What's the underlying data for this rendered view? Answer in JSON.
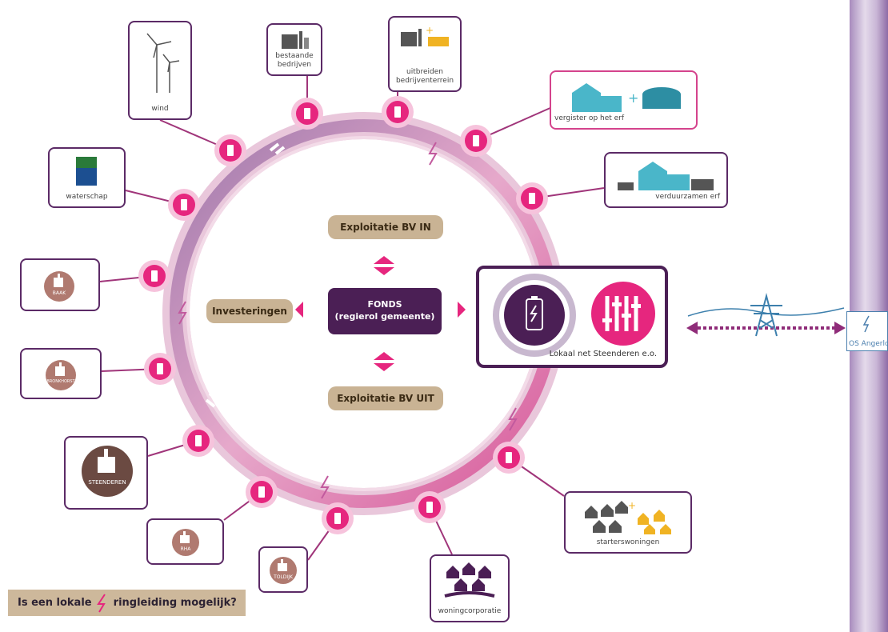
{
  "sources": {
    "wind": "wind",
    "bestaande": "bestaande bedrijven",
    "uitbreiden": "uitbreiden bedrijventerrein",
    "vergister": "vergister op het erf",
    "verduurzamen": "verduurzamen erf",
    "waterschap": "waterschap",
    "baak": "BAAK",
    "bronkhorst": "BRONKHORST",
    "steenderen": "STEENDEREN",
    "rha": "RHA",
    "toldijk": "TOLDIJK",
    "woningcorporatie": "woningcorporatie",
    "starterswoningen": "starterswoningen"
  },
  "center": {
    "exploitatie_in": "Exploitatie BV IN",
    "investeringen": "Investeringen",
    "fonds_line1": "FONDS",
    "fonds_line2": "(regierol gemeente)",
    "exploitatie_uit": "Exploitatie BV UIT"
  },
  "grid": {
    "label": "Lokaal net Steenderen e.o.",
    "os": "OS Angerlo"
  },
  "question": {
    "before": "Is een lokale",
    "after": "ringleiding mogelijk?"
  },
  "colors": {
    "pink": "#e6267e",
    "purple": "#4b1f55",
    "tan": "#c9b394",
    "ring": "#c87aa8",
    "blue": "#3d80ad"
  }
}
